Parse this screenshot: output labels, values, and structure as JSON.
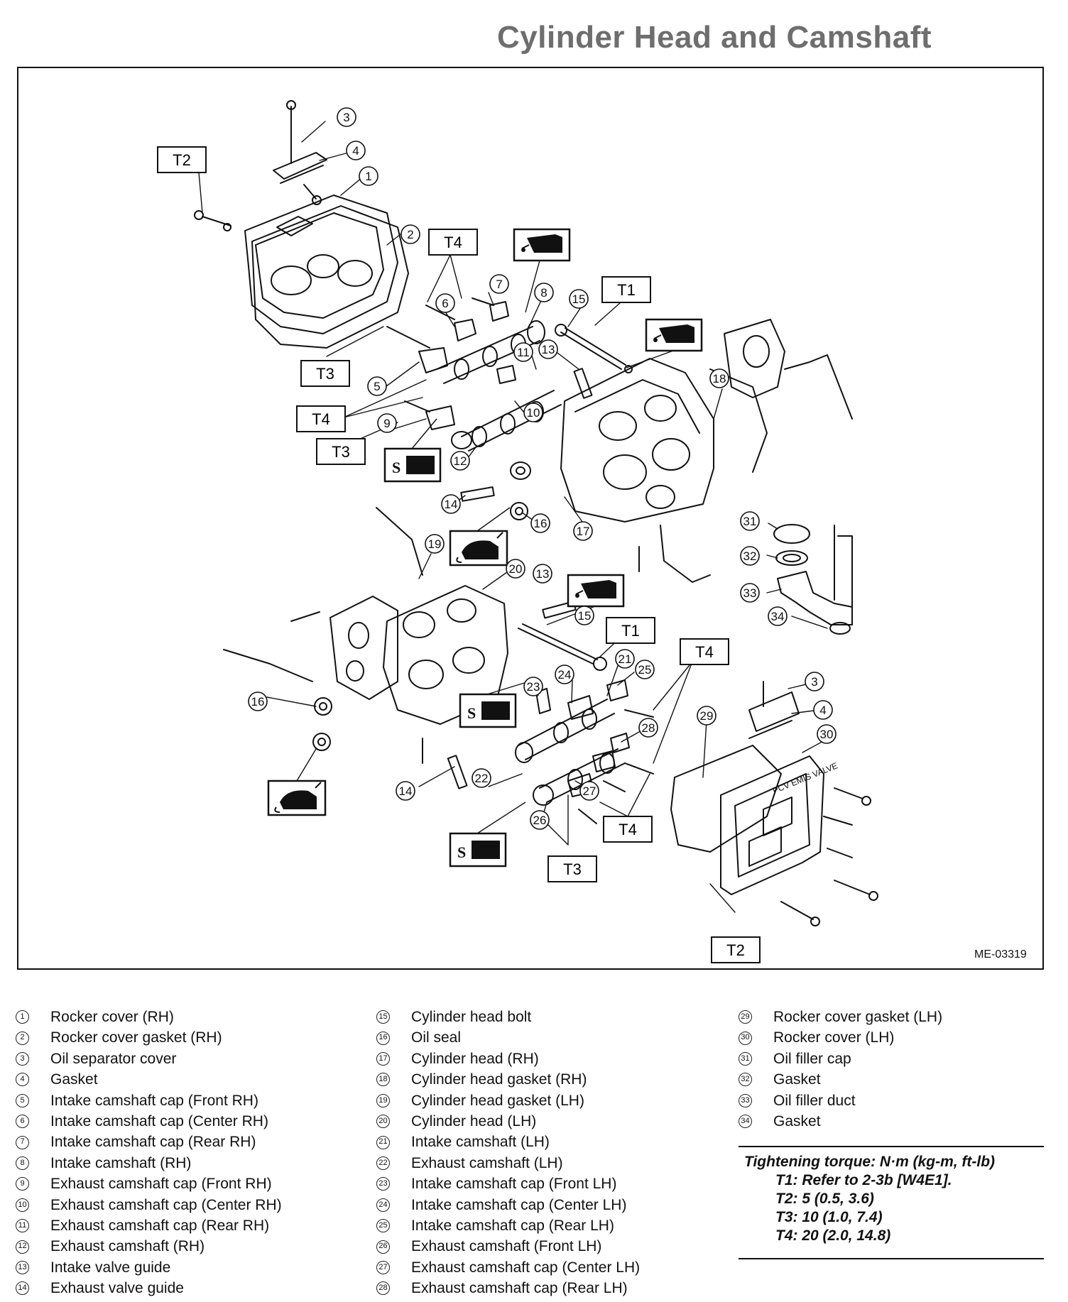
{
  "title": "Cylinder Head and Camshaft",
  "figure_id": "ME-03319",
  "torque_tags": {
    "t1": "T1",
    "t2": "T2",
    "t3": "T3",
    "t4": "T4"
  },
  "callouts": [
    "1",
    "2",
    "3",
    "4",
    "5",
    "6",
    "7",
    "8",
    "9",
    "10",
    "11",
    "12",
    "13",
    "14",
    "15",
    "16",
    "17",
    "18",
    "19",
    "20",
    "21",
    "22",
    "23",
    "24",
    "25",
    "26",
    "27",
    "28",
    "29",
    "30",
    "31",
    "32",
    "33",
    "34"
  ],
  "stamp_text": "PCV EMIS VALVE",
  "legend": {
    "col1": [
      {
        "num": "1",
        "text": "Rocker cover (RH)"
      },
      {
        "num": "2",
        "text": "Rocker cover gasket (RH)"
      },
      {
        "num": "3",
        "text": "Oil separator cover"
      },
      {
        "num": "4",
        "text": "Gasket"
      },
      {
        "num": "5",
        "text": "Intake camshaft cap (Front RH)"
      },
      {
        "num": "6",
        "text": "Intake camshaft cap (Center RH)"
      },
      {
        "num": "7",
        "text": "Intake camshaft cap (Rear RH)"
      },
      {
        "num": "8",
        "text": "Intake camshaft (RH)"
      },
      {
        "num": "9",
        "text": "Exhaust camshaft cap (Front RH)"
      },
      {
        "num": "10",
        "text": "Exhaust camshaft cap (Center RH)"
      },
      {
        "num": "11",
        "text": "Exhaust camshaft cap (Rear RH)"
      },
      {
        "num": "12",
        "text": "Exhaust camshaft (RH)"
      },
      {
        "num": "13",
        "text": "Intake valve guide"
      },
      {
        "num": "14",
        "text": "Exhaust valve guide"
      }
    ],
    "col2": [
      {
        "num": "15",
        "text": "Cylinder head bolt"
      },
      {
        "num": "16",
        "text": "Oil seal"
      },
      {
        "num": "17",
        "text": "Cylinder head (RH)"
      },
      {
        "num": "18",
        "text": "Cylinder head gasket (RH)"
      },
      {
        "num": "19",
        "text": "Cylinder head gasket (LH)"
      },
      {
        "num": "20",
        "text": "Cylinder head (LH)"
      },
      {
        "num": "21",
        "text": "Intake camshaft (LH)"
      },
      {
        "num": "22",
        "text": "Exhaust camshaft (LH)"
      },
      {
        "num": "23",
        "text": "Intake camshaft cap (Front LH)"
      },
      {
        "num": "24",
        "text": "Intake camshaft cap (Center LH)"
      },
      {
        "num": "25",
        "text": "Intake camshaft cap (Rear LH)"
      },
      {
        "num": "26",
        "text": "Exhaust camshaft (Front LH)"
      },
      {
        "num": "27",
        "text": "Exhaust camshaft cap (Center LH)"
      },
      {
        "num": "28",
        "text": "Exhaust camshaft cap (Rear LH)"
      }
    ],
    "col3": [
      {
        "num": "29",
        "text": "Rocker cover gasket (LH)"
      },
      {
        "num": "30",
        "text": "Rocker cover (LH)"
      },
      {
        "num": "31",
        "text": "Oil filler cap"
      },
      {
        "num": "32",
        "text": "Gasket"
      },
      {
        "num": "33",
        "text": "Oil filler duct"
      },
      {
        "num": "34",
        "text": "Gasket"
      }
    ]
  },
  "torque": {
    "heading": "Tightening torque: N·m (kg-m, ft-lb)",
    "t1": "T1: Refer to 2-3b [W4E1].",
    "t2": "T2: 5 (0.5, 3.6)",
    "t3": "T3: 10 (1.0, 7.4)",
    "t4": "T4: 20 (2.0, 14.8)"
  }
}
